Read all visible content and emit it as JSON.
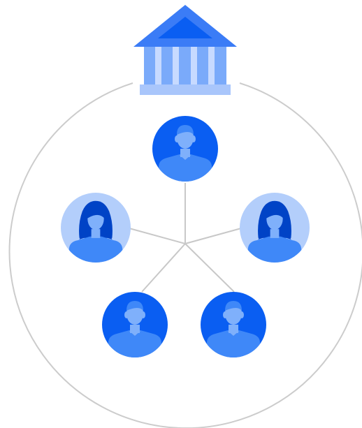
{
  "colors": {
    "background": "#ffffff",
    "ring": "#cccccc",
    "connector": "#c8c8c8",
    "primary_blue": "#0a5ef2",
    "dark_blue": "#0043c6",
    "light_blue": "#b3cefb",
    "medium_blue": "#3f88f8",
    "pale_blue": "#7fb0fb",
    "building_roof": "#3b7cf6",
    "building_body": "#7aaafa",
    "building_column": "#c7daff",
    "building_base": "#a9c6fb"
  },
  "icons": {
    "institution": "bank-building-icon",
    "member_male": "person-male-icon",
    "member_female": "person-female-icon"
  },
  "members": [
    {
      "id": "top",
      "gender": "male",
      "variant": "dark"
    },
    {
      "id": "left",
      "gender": "female",
      "variant": "light"
    },
    {
      "id": "right",
      "gender": "female",
      "variant": "light"
    },
    {
      "id": "bottom-left",
      "gender": "male",
      "variant": "dark"
    },
    {
      "id": "bottom-right",
      "gender": "male",
      "variant": "dark"
    }
  ]
}
